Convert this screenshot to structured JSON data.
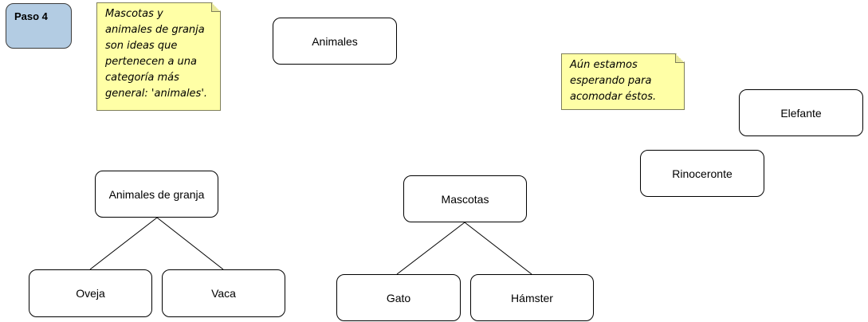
{
  "step": {
    "label": "Paso 4"
  },
  "notes": {
    "note_1": "Mascotas y\nanimales de granja\nson ideas que\npertenecen a una\ncategoría más\ngeneral: 'animales'.",
    "note_2": "Aún estamos\nesperando para\nacomodar éstos."
  },
  "nodes": {
    "animales": "Animales",
    "animales_de_granja": "Animales de granja",
    "oveja": "Oveja",
    "vaca": "Vaca",
    "mascotas": "Mascotas",
    "gato": "Gato",
    "hamster": "Hámster",
    "elefante": "Elefante",
    "rinoceronte": "Rinoceronte"
  },
  "colors": {
    "step_fill": "#b3cce3",
    "note_fill": "#ffffa6",
    "box_border": "#000000"
  }
}
